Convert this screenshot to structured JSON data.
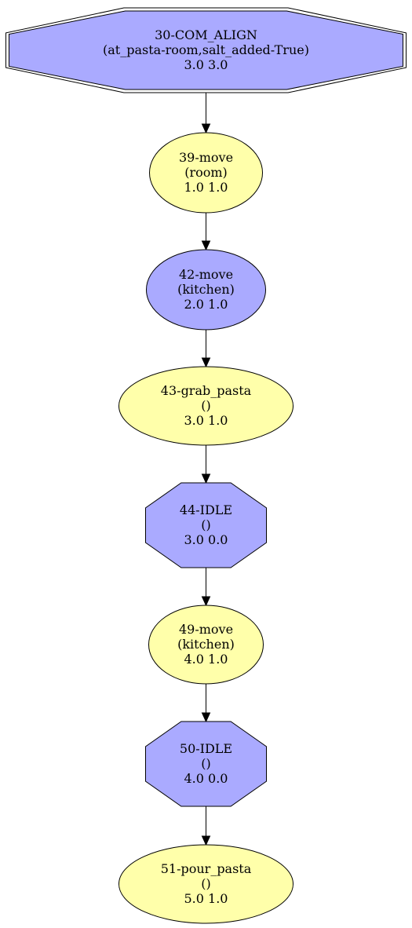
{
  "colors": {
    "blue_fill": "#aaaaff",
    "yellow_fill": "#ffffaa",
    "stroke": "#000000"
  },
  "nodes": [
    {
      "id": "n30",
      "shape": "double-octagon",
      "fill": "blue",
      "lines": [
        "30-COM_ALIGN",
        "(at_pasta-room,salt_added-True)",
        "3.0 3.0"
      ]
    },
    {
      "id": "n39",
      "shape": "ellipse",
      "fill": "yellow",
      "lines": [
        "39-move",
        "(room)",
        "1.0 1.0"
      ]
    },
    {
      "id": "n42",
      "shape": "ellipse",
      "fill": "blue",
      "lines": [
        "42-move",
        "(kitchen)",
        "2.0 1.0"
      ]
    },
    {
      "id": "n43",
      "shape": "ellipse",
      "fill": "yellow",
      "lines": [
        "43-grab_pasta",
        "()",
        "3.0 1.0"
      ]
    },
    {
      "id": "n44",
      "shape": "octagon",
      "fill": "blue",
      "lines": [
        "44-IDLE",
        "()",
        "3.0 0.0"
      ]
    },
    {
      "id": "n49",
      "shape": "ellipse",
      "fill": "yellow",
      "lines": [
        "49-move",
        "(kitchen)",
        "4.0 1.0"
      ]
    },
    {
      "id": "n50",
      "shape": "octagon",
      "fill": "blue",
      "lines": [
        "50-IDLE",
        "()",
        "4.0 0.0"
      ]
    },
    {
      "id": "n51",
      "shape": "ellipse",
      "fill": "yellow",
      "lines": [
        "51-pour_pasta",
        "()",
        "5.0 1.0"
      ]
    }
  ],
  "edges": [
    {
      "from": "n30",
      "to": "n39"
    },
    {
      "from": "n39",
      "to": "n42"
    },
    {
      "from": "n42",
      "to": "n43"
    },
    {
      "from": "n43",
      "to": "n44"
    },
    {
      "from": "n44",
      "to": "n49"
    },
    {
      "from": "n49",
      "to": "n50"
    },
    {
      "from": "n50",
      "to": "n51"
    }
  ]
}
